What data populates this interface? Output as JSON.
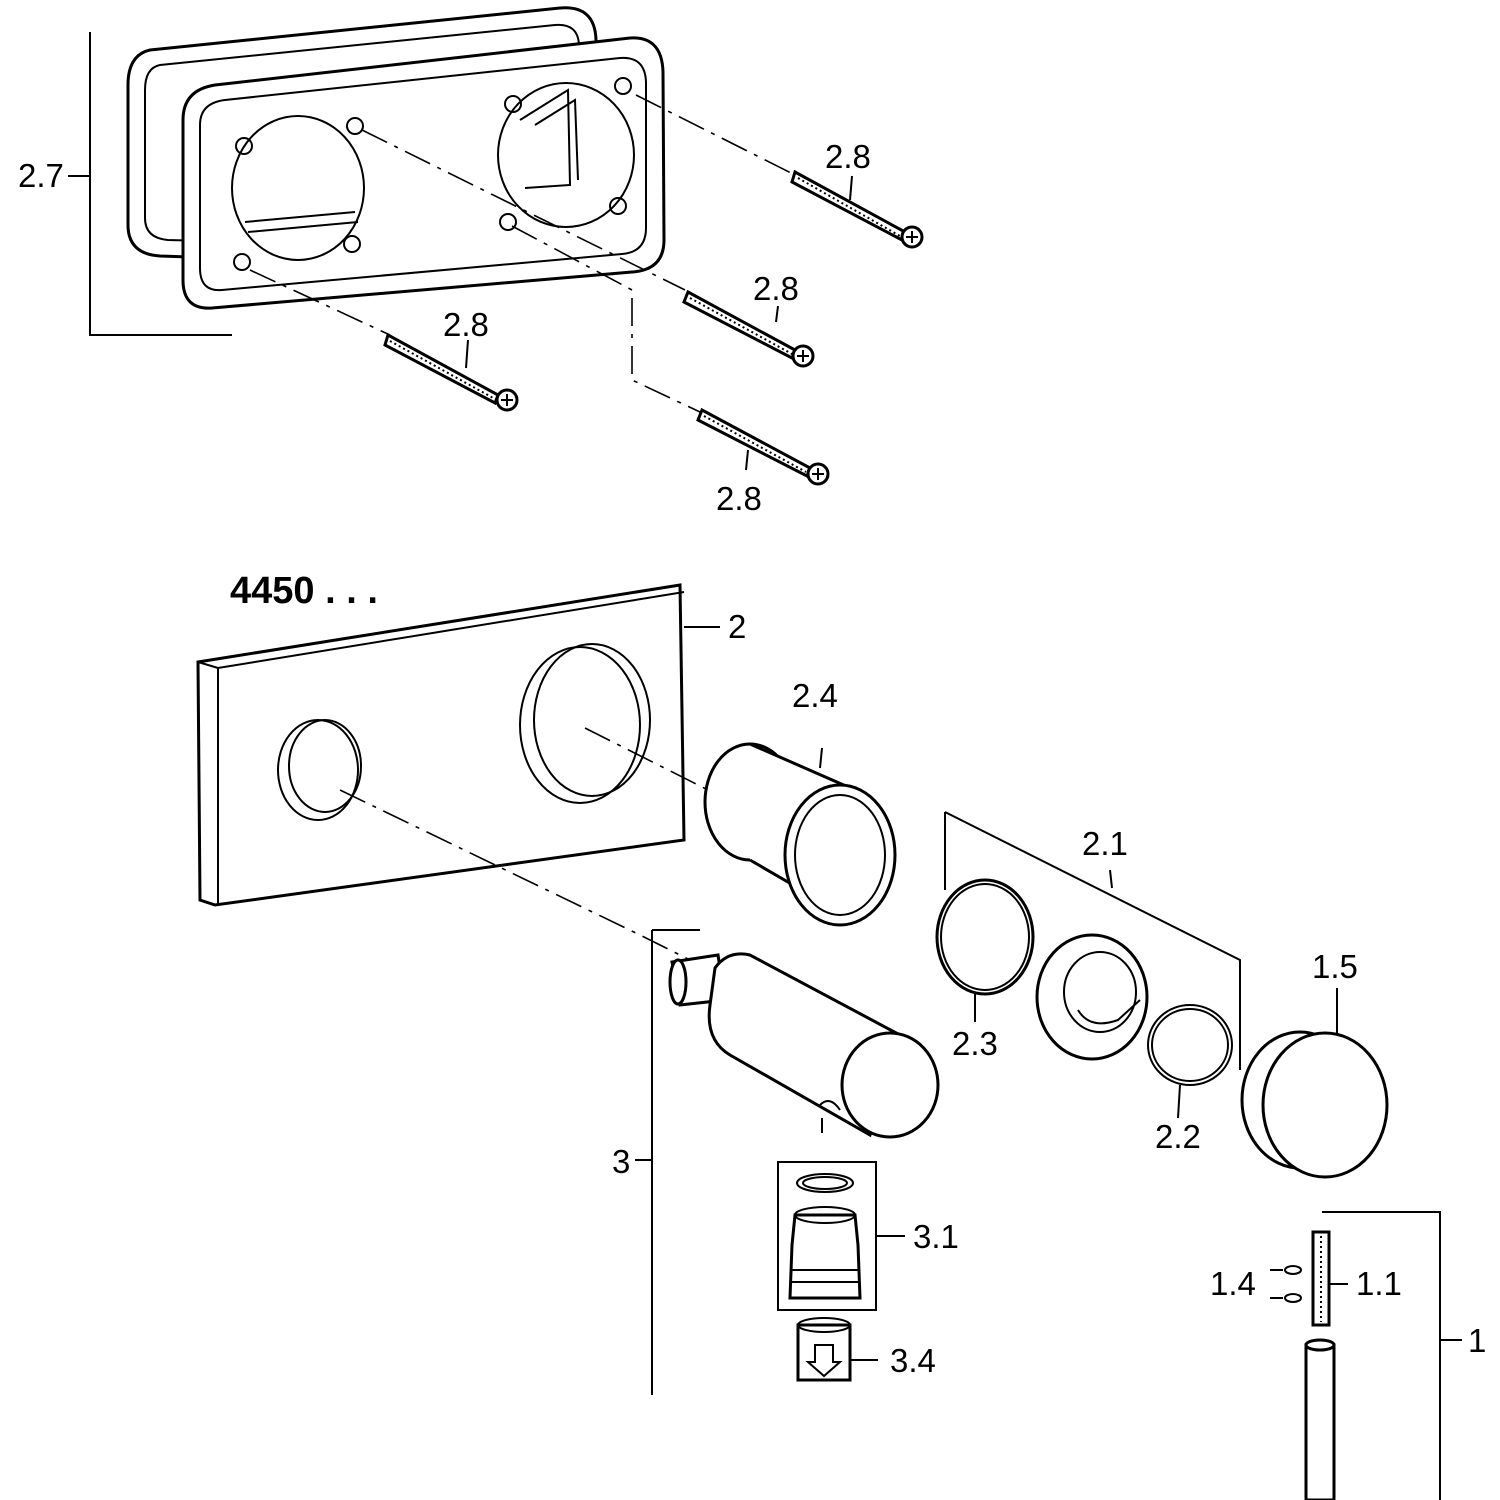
{
  "model_number": "4450 . . .",
  "labels": {
    "frame": "2.7",
    "screw_a": "2.8",
    "screw_b": "2.8",
    "screw_c": "2.8",
    "screw_d": "2.8",
    "cover_plate": "2",
    "sleeve": "2.4",
    "trim_set": "2.1",
    "o_ring": "2.3",
    "clip": "2.2",
    "knob": "1.5",
    "spout_assembly": "3",
    "aerator": "3.1",
    "insert": "3.4",
    "extension_set": "1",
    "pin_a": "1.4",
    "pin_b": "1.1"
  }
}
